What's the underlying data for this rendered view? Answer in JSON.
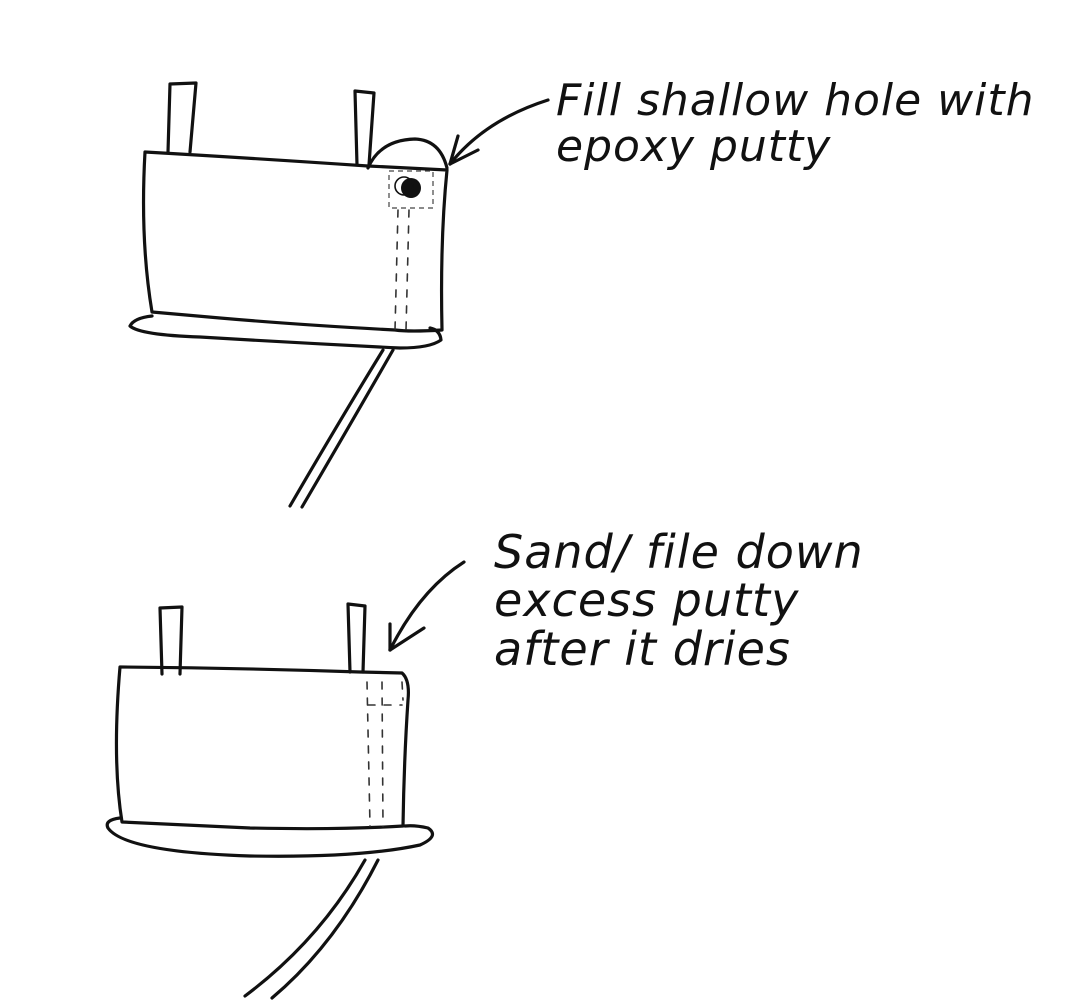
{
  "diagram": {
    "steps": [
      {
        "id": "step-1",
        "annotation_lines": [
          "Fill shallow hole with",
          "epoxy putty"
        ],
        "annotation": "Fill shallow hole with epoxy putty",
        "elements": [
          "box",
          "two-prongs",
          "hole",
          "putty-bump",
          "base-plate",
          "cord",
          "arrow"
        ]
      },
      {
        "id": "step-2",
        "annotation_lines": [
          "Sand/ file down",
          "excess putty",
          "after it dries"
        ],
        "annotation": "Sand/ file down excess putty after it dries",
        "elements": [
          "box",
          "two-prongs",
          "filled-area",
          "base-plate",
          "cord",
          "arrow"
        ]
      }
    ],
    "colors": {
      "ink": "#111111",
      "paper": "#ffffff"
    }
  }
}
